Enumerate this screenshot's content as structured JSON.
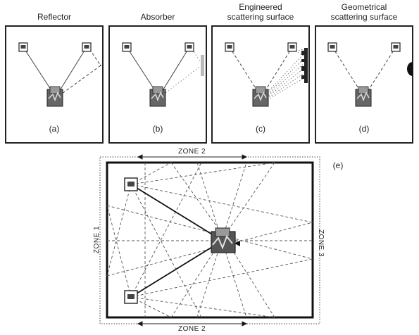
{
  "panels": [
    {
      "title": "Reflector",
      "label": "(a)"
    },
    {
      "title": "Absorber",
      "label": "(b)"
    },
    {
      "title": "Engineered\nscattering surface",
      "label": "(c)"
    },
    {
      "title": "Geometrical\nscattering surface",
      "label": "(d)"
    }
  ],
  "room": {
    "label": "(e)",
    "zone_top": "ZONE 2",
    "zone_bottom": "ZONE 2",
    "zone_left": "ZONE 1",
    "zone_right": "ZONE 3"
  },
  "icons": [
    "speaker-icon",
    "listener-icon",
    "reflector-panel",
    "absorber-panel",
    "diffuser-panel",
    "geometric-scatterer"
  ]
}
